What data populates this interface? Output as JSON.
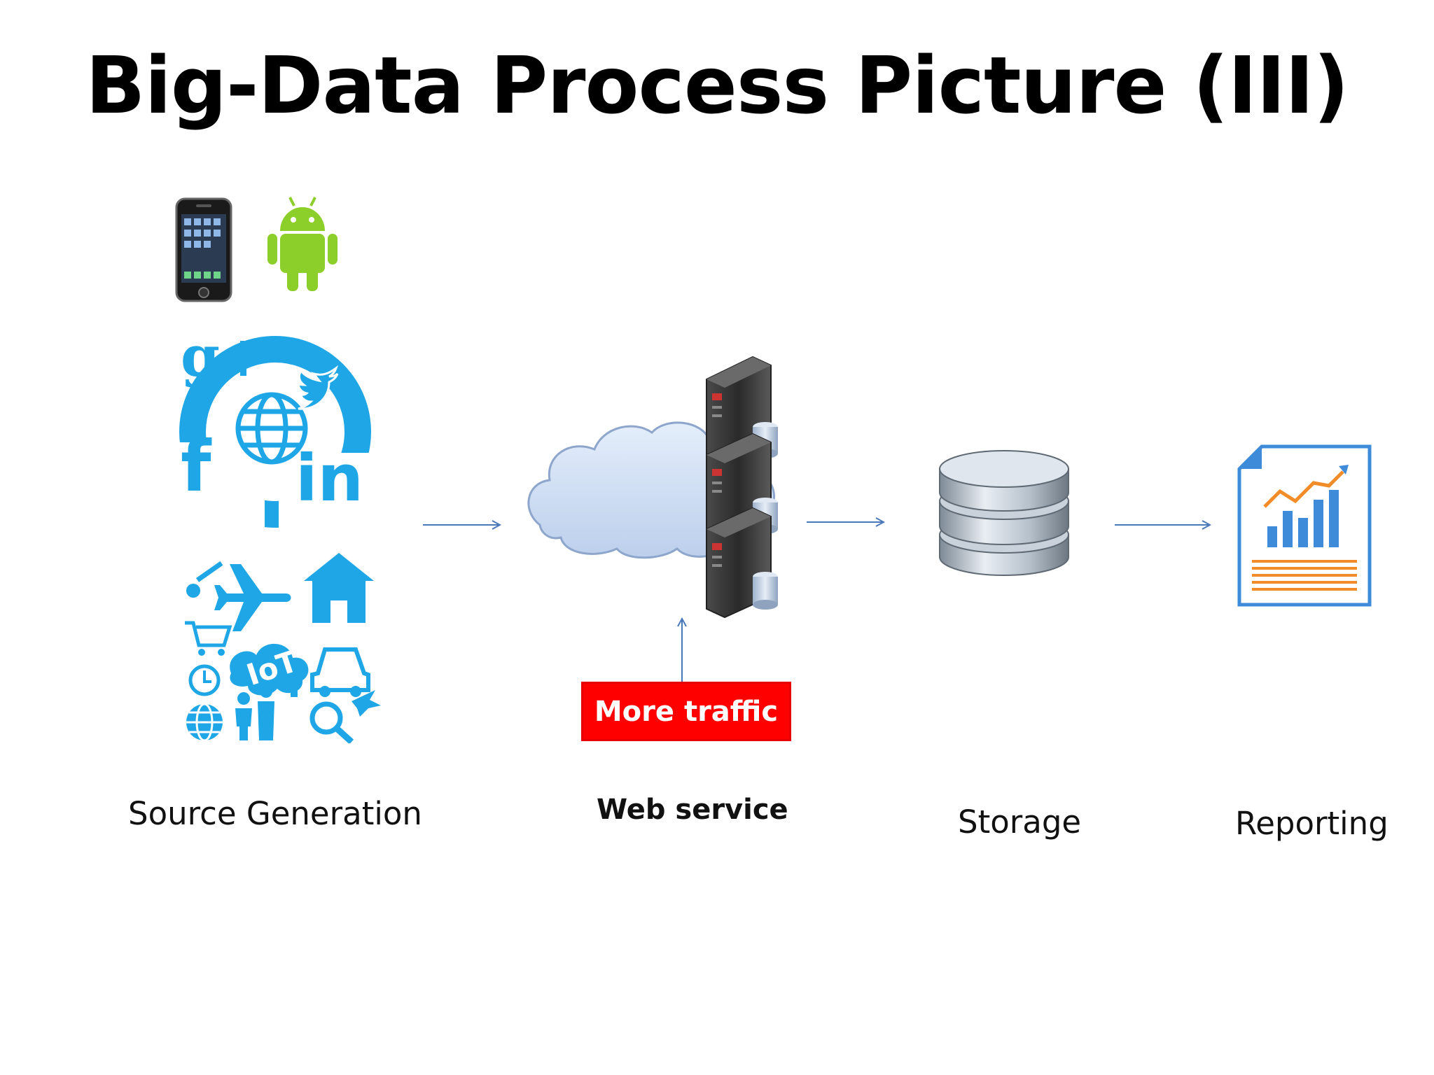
{
  "title": "Big-Data Process Picture (III)",
  "stages": [
    {
      "label": "Source Generation"
    },
    {
      "label": "Web service"
    },
    {
      "label": "Storage"
    },
    {
      "label": "Reporting"
    }
  ],
  "callout": {
    "text": "More traffic"
  },
  "icons": {
    "social_letters": [
      "g+",
      "f",
      "in"
    ],
    "iot_badge": "IoT"
  },
  "colors": {
    "arrow": "#4a78b8",
    "social": "#1ea6e6",
    "callout": "#ff0000",
    "android": "#8ccf2a"
  }
}
